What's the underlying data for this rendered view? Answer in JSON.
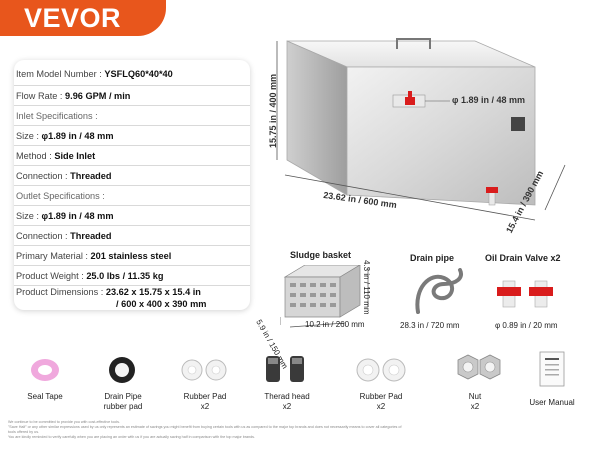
{
  "brand": {
    "logo_text": "VEVOR",
    "color": "#e8561c"
  },
  "specs": {
    "model": {
      "label": "Item Model Number :",
      "value": "YSFLQ60*40*40"
    },
    "flow": {
      "label": "Flow Rate :",
      "value": "9.96 GPM / min"
    },
    "inlet_heading": "Inlet Specifications :",
    "inlet_size": {
      "label": "Size :",
      "value": "φ1.89 in / 48 mm"
    },
    "inlet_method": {
      "label": "Method :",
      "value": "Side Inlet"
    },
    "inlet_connection": {
      "label": "Connection :",
      "value": "Threaded"
    },
    "outlet_heading": "Outlet Specifications :",
    "outlet_size": {
      "label": "Size :",
      "value": "φ1.89 in / 48 mm"
    },
    "outlet_connection": {
      "label": "Connection :",
      "value": "Threaded"
    },
    "material": {
      "label": "Primary Material :",
      "value": "201 stainless steel"
    },
    "weight": {
      "label": "Product Weight :",
      "value": "25.0 lbs / 11.35 kg"
    },
    "dimensions": {
      "label": "Product Dimensions :",
      "value_line1": "23.62 x 15.75 x 15.4 in",
      "value_line2": "/ 600 x 400 x 390 mm"
    }
  },
  "tank_dims": {
    "height": "15.75 in / 400 mm",
    "inlet": "φ 1.89 in / 48 mm",
    "length": "23.62 in / 600 mm",
    "width": "15.4 in / 390 mm"
  },
  "parts": {
    "sludge_basket": {
      "title": "Sludge basket",
      "height": "4.3 in / 110 mm",
      "depth": "5.9 in / 150 mm",
      "length": "10.2 in / 260 mm"
    },
    "drain_pipe": {
      "title": "Drain pipe",
      "size": "28.3 in / 720 mm"
    },
    "drain_valve": {
      "title": "Oil Drain Valve x2",
      "size": "φ 0.89 in / 20 mm"
    }
  },
  "accessories": [
    {
      "name": "Seal Tape",
      "qty": ""
    },
    {
      "name": "Drain Pipe",
      "qty": "rubber pad"
    },
    {
      "name": "Rubber Pad",
      "qty": "x2"
    },
    {
      "name": "Therad head",
      "qty": "x2"
    },
    {
      "name": "Rubber Pad",
      "qty": "x2"
    },
    {
      "name": "Nut",
      "qty": "x2"
    },
    {
      "name": "User Manual",
      "qty": ""
    }
  ],
  "footnotes": [
    "We continue to be committed to provide you with cost-effective tools.",
    "\"Save Half\" or any other similar expressions used by us only represents an estimate of savings you might benefit from buying certain tools with us as compared to the major top brands and does not necessarily means to cover all categories of",
    "tools offered by us.",
    "You are kindly reminded to verify carefully when you are placing an order with us if you are actually saving half in comparison with the top major brands."
  ]
}
